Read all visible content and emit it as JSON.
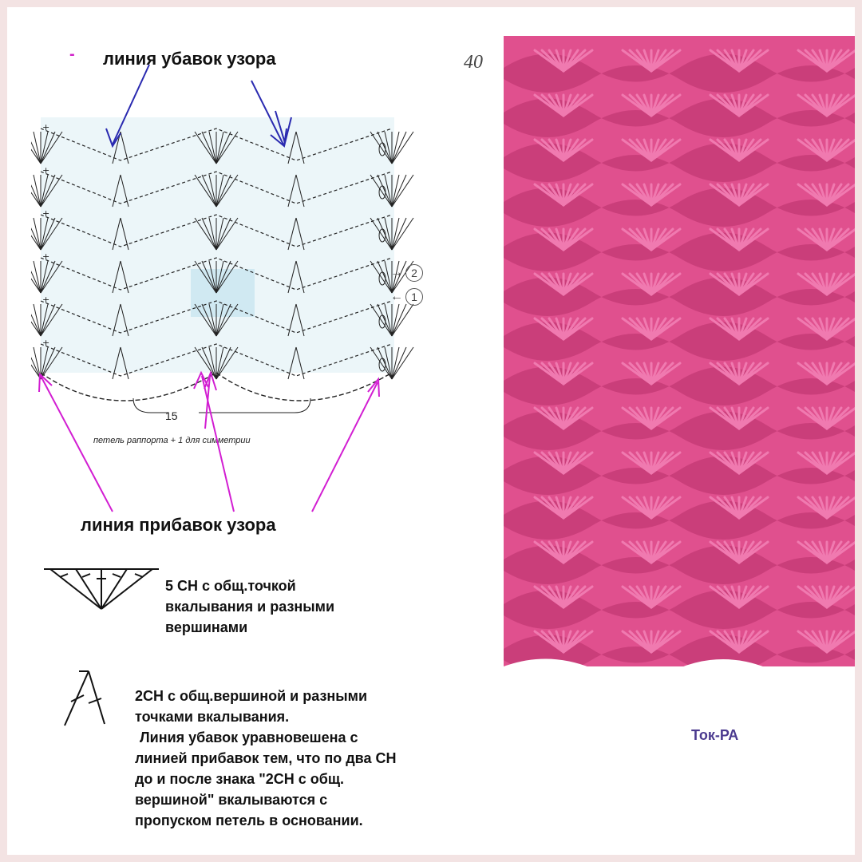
{
  "page_number": "40",
  "top_heading": "линия убавок узора",
  "bottom_heading": "линия прибавок узора",
  "chart": {
    "repeat_count": "15",
    "repeat_caption": "петель раппорта + 1 для симметрии",
    "row_marks": [
      {
        "arrow": "→",
        "number": "2"
      },
      {
        "arrow": "←",
        "number": "1"
      }
    ]
  },
  "legend": {
    "fan_symbol_text": [
      "5 СН с общ.точкой",
      "вкалывания и разными",
      "вершинами"
    ],
    "cluster_symbol_text": [
      "2СН с общ.вершиной и разными",
      "точками вкалывания.",
      "Линия убавок уравновешена с",
      "линией прибавок  тем, что по два СН",
      "до и после знака \"2СН с общ.",
      "вершиной\"  вкалываются  с",
      "пропуском петель в основании."
    ]
  },
  "credit": "Ток-РА",
  "colors": {
    "swatch_pink": "#e0508e",
    "decrease_arrow": "#2a2ab0",
    "increase_arrow": "#d21ed2",
    "chart_ink": "#222222",
    "chart_shade": "#c9e6ee"
  }
}
